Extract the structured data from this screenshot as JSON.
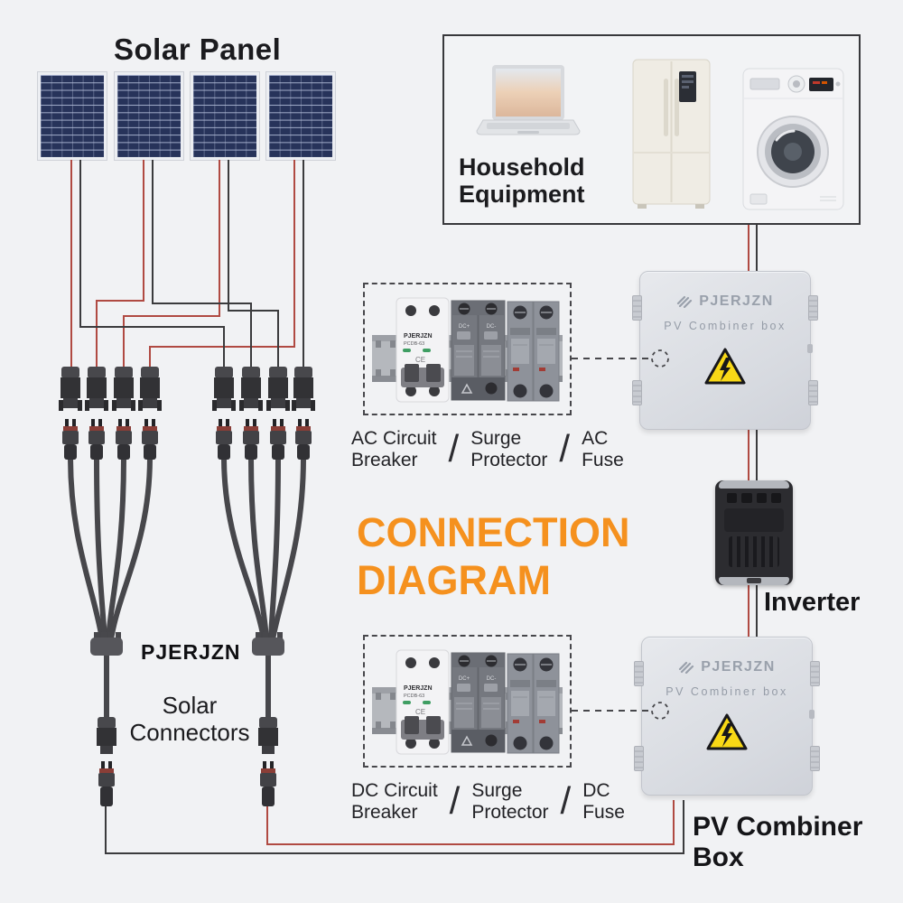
{
  "solar_panel_label": "Solar Panel",
  "household": {
    "line1": "Household",
    "line2": "Equipment"
  },
  "connection_title": {
    "line1": "CONNECTION",
    "line2": "DIAGRAM"
  },
  "ac_group": {
    "item1": {
      "line1": "AC Circuit",
      "line2": "Breaker"
    },
    "item2": {
      "line1": "Surge",
      "line2": "Protector"
    },
    "item3": {
      "line1": "AC",
      "line2": "Fuse"
    },
    "separator": "/"
  },
  "dc_group": {
    "item1": {
      "line1": "DC Circuit",
      "line2": "Breaker"
    },
    "item2": {
      "line1": "Surge",
      "line2": "Protector"
    },
    "item3": {
      "line1": "DC",
      "line2": "Fuse"
    },
    "separator": "/"
  },
  "breaker_device": {
    "brand": "PJERJZN",
    "model": "PCDB-63",
    "ce_mark": "CE",
    "terminal_plus": "DC+",
    "terminal_minus": "DC-"
  },
  "combiner_box": {
    "brand": "PJERJZN",
    "label": "PV Combiner box"
  },
  "connectors": {
    "brand": "PJERJZN",
    "line1": "Solar",
    "line2": "Connectors"
  },
  "inverter_label": "Inverter",
  "pv_combiner": {
    "line1": "PV Combiner",
    "line2": "Box"
  },
  "colors": {
    "accent_orange": "#f5911e",
    "wire_positive": "#b04a42",
    "wire_negative": "#3b3b3d",
    "warning_yellow": "#f8d816",
    "panel_blue": "#27335a"
  }
}
